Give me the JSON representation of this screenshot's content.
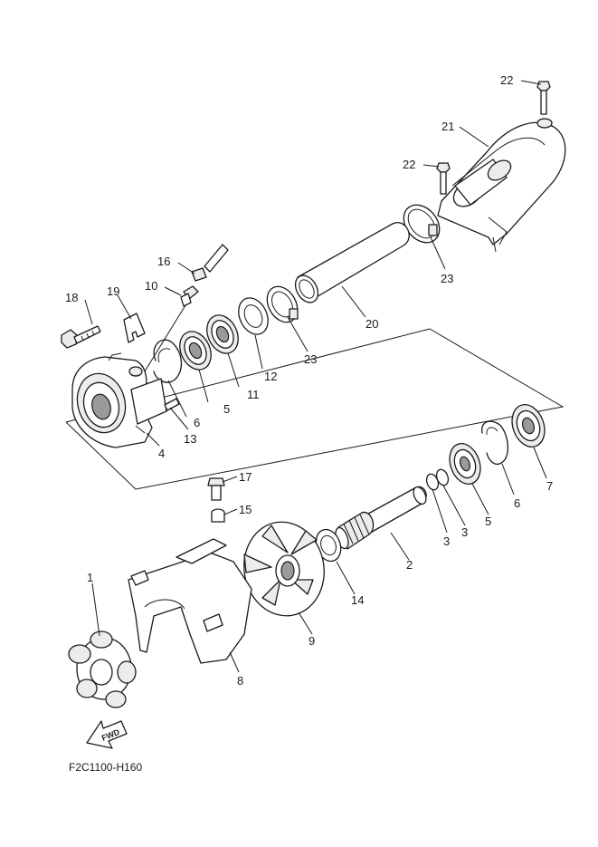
{
  "diagram": {
    "callouts": [
      "1",
      "2",
      "3",
      "3",
      "4",
      "5",
      "5",
      "6",
      "6",
      "7",
      "8",
      "9",
      "10",
      "11",
      "12",
      "13",
      "14",
      "15",
      "16",
      "17",
      "18",
      "19",
      "20",
      "21",
      "22",
      "22",
      "23",
      "23"
    ],
    "fwd_label": "FWD",
    "drawing_code": "F2C1100-H160"
  }
}
